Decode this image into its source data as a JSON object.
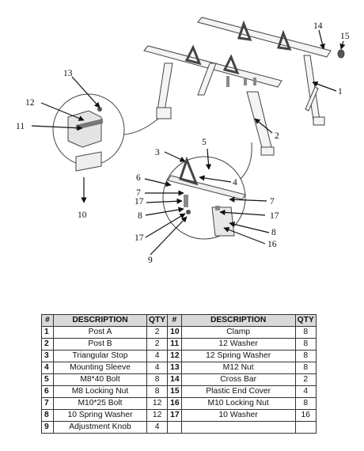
{
  "callouts": [
    "1",
    "2",
    "3",
    "4",
    "5",
    "6",
    "7",
    "7",
    "8",
    "8",
    "9",
    "10",
    "11",
    "12",
    "13",
    "14",
    "15",
    "16",
    "17",
    "17",
    "17"
  ],
  "table": {
    "headers": [
      "#",
      "DESCRIPTION",
      "QTY",
      "#",
      "DESCRIPTION",
      "QTY"
    ],
    "rows": [
      [
        "1",
        "Post A",
        "2",
        "10",
        "Clamp",
        "8"
      ],
      [
        "2",
        "Post B",
        "2",
        "11",
        "12 Washer",
        "8"
      ],
      [
        "3",
        "Triangular Stop",
        "4",
        "12",
        "12 Spring Washer",
        "8"
      ],
      [
        "4",
        "Mounting Sleeve",
        "4",
        "13",
        "M12 Nut",
        "8"
      ],
      [
        "5",
        "M8*40 Bolt",
        "8",
        "14",
        "Cross Bar",
        "2"
      ],
      [
        "6",
        "M8 Locking Nut",
        "8",
        "15",
        "Plastic End Cover",
        "4"
      ],
      [
        "7",
        "M10*25 Bolt",
        "12",
        "16",
        "M10 Locking Nut",
        "8"
      ],
      [
        "8",
        "10 Spring Washer",
        "12",
        "17",
        "10 Washer",
        "16"
      ],
      [
        "9",
        "Adjustment Knob",
        "4",
        "",
        "",
        ""
      ]
    ]
  }
}
